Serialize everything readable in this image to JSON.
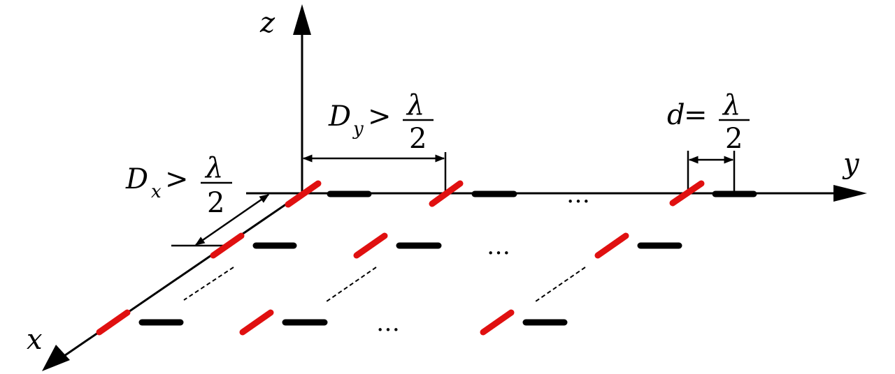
{
  "axes": {
    "x_label": "x",
    "y_label": "y",
    "z_label": "z"
  },
  "annotations": {
    "dy": {
      "symbol": "D",
      "subscript": "y",
      "relation": ">",
      "numerator": "λ",
      "denominator": "2"
    },
    "dx": {
      "symbol": "D",
      "subscript": "x",
      "relation": ">",
      "numerator": "λ",
      "denominator": "2"
    },
    "d": {
      "symbol": "d",
      "relation": "=",
      "numerator": "λ",
      "denominator": "2"
    }
  },
  "ellipsis": "…",
  "colors": {
    "stroke": "#000000",
    "element_x_oriented": "#e01010",
    "element_y_oriented": "#000000"
  },
  "array": {
    "rows": 3,
    "elements_per_row_shown": 3,
    "pattern": "each array unit = one red element + one black element (orthogonal pair)"
  }
}
